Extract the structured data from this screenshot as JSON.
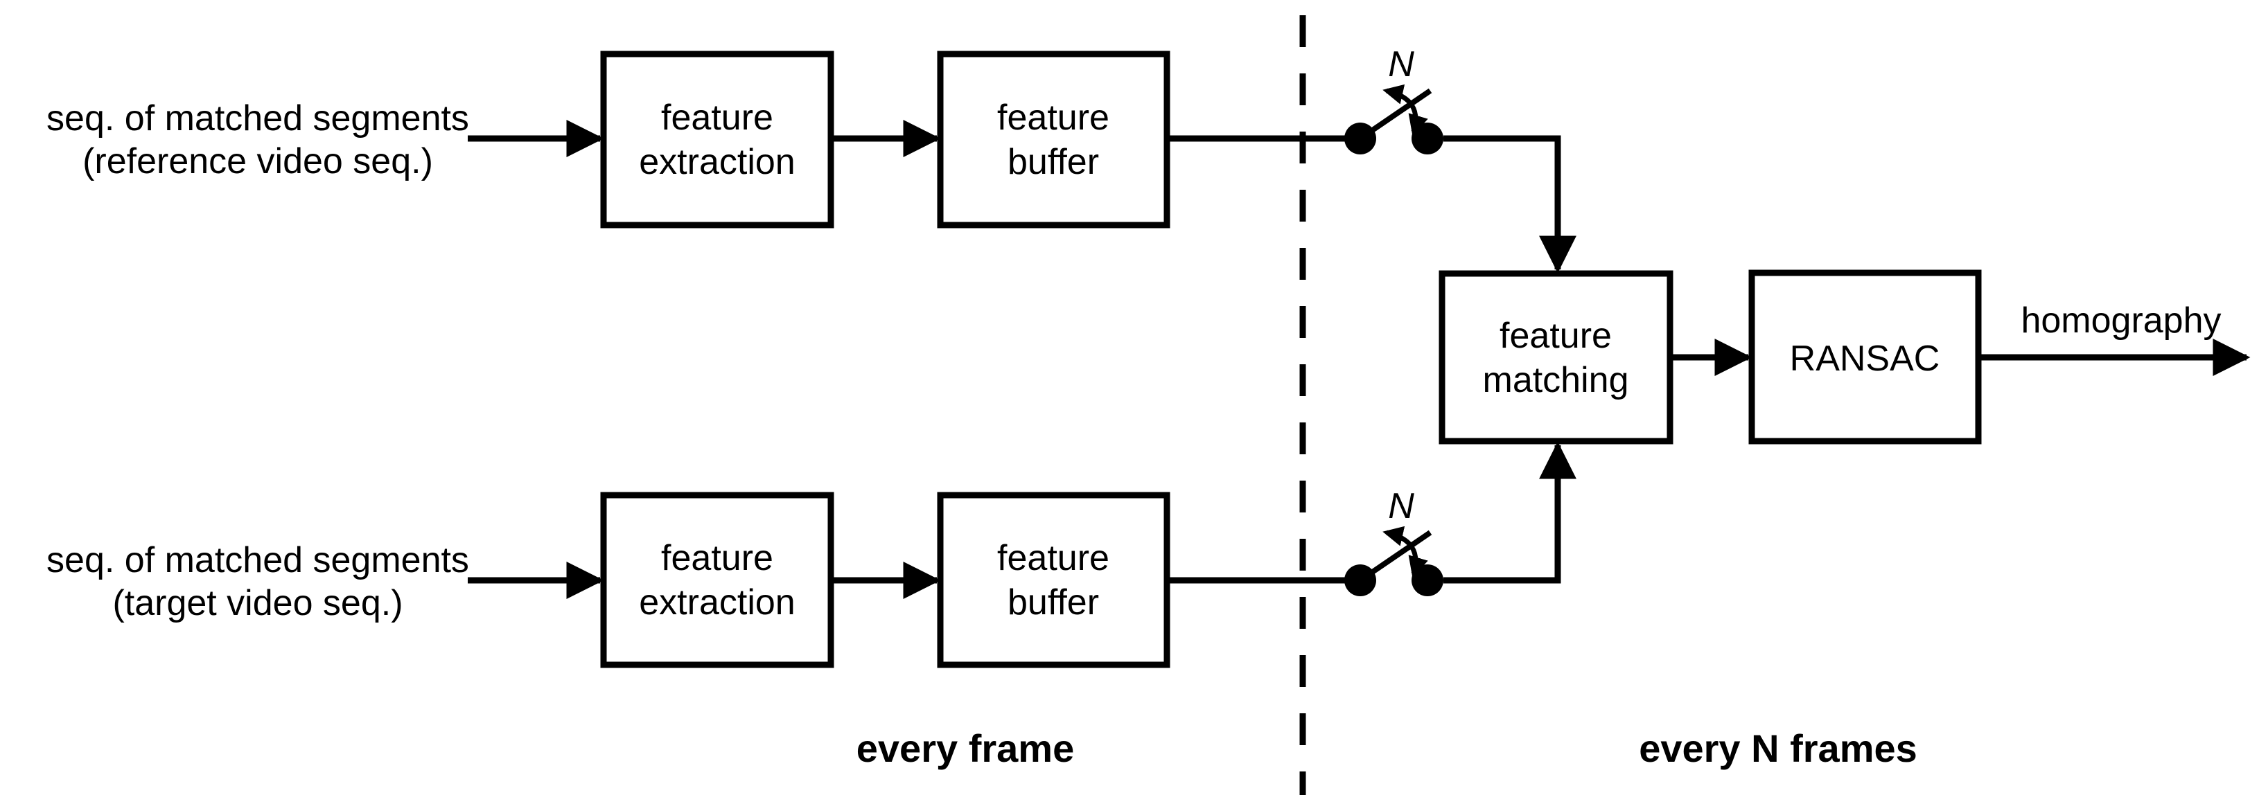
{
  "colors": {
    "ink": "#000000",
    "background": "#ffffff"
  },
  "inputs": {
    "reference": {
      "line1": "seq. of matched segments",
      "line2": "(reference video seq.)"
    },
    "target": {
      "line1": "seq. of matched segments",
      "line2": "(target video seq.)"
    }
  },
  "blocks": {
    "feature_extraction_ref": {
      "line1": "feature",
      "line2": "extraction"
    },
    "feature_buffer_ref": {
      "line1": "feature",
      "line2": "buffer"
    },
    "feature_extraction_tgt": {
      "line1": "feature",
      "line2": "extraction"
    },
    "feature_buffer_tgt": {
      "line1": "feature",
      "line2": "buffer"
    },
    "feature_matching": {
      "line1": "feature",
      "line2": "matching"
    },
    "ransac": {
      "label": "RANSAC"
    }
  },
  "switches": {
    "top_label": "N",
    "bottom_label": "N"
  },
  "output_label": "homography",
  "regions": {
    "left_caption": "every frame",
    "right_caption": "every N frames"
  }
}
